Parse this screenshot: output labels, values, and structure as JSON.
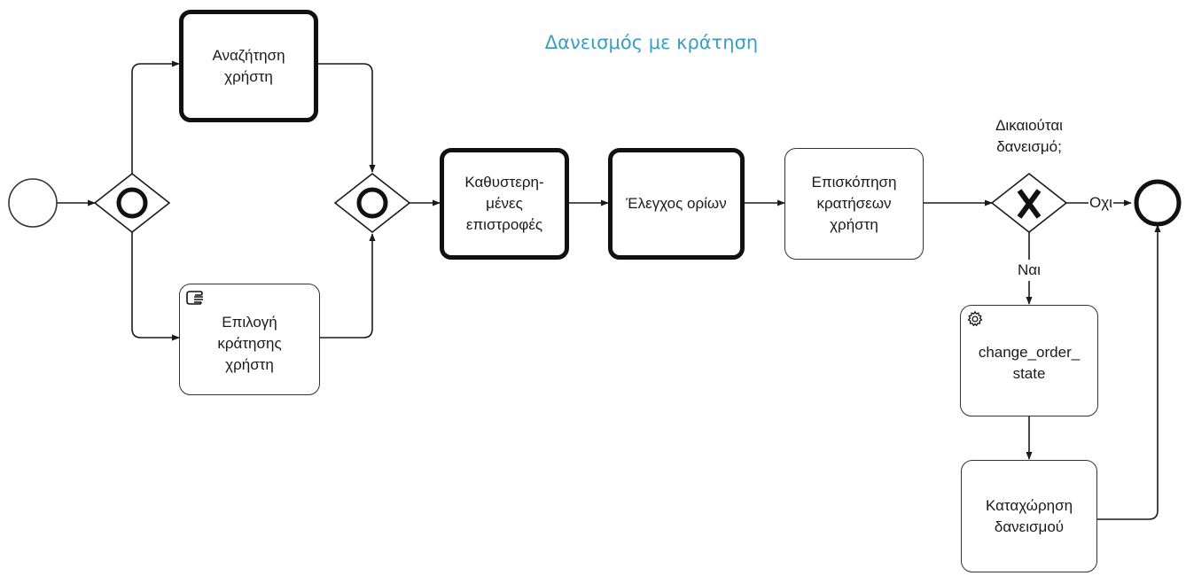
{
  "title": "Δανεισμός με κράτηση",
  "tasks": {
    "search_user": {
      "lines": [
        "Αναζήτηση",
        "χρήστη"
      ]
    },
    "select_reservation": {
      "lines": [
        "Επιλογή",
        "κράτησης",
        "χρήστη"
      ],
      "icon": "manual-task-icon"
    },
    "late_returns": {
      "lines": [
        "Καθυστερη-",
        "μένες",
        "επιστροφές"
      ]
    },
    "limits_check": {
      "lines": [
        "Έλεγχος ορίων"
      ]
    },
    "review_reservations": {
      "lines": [
        "Επισκόπηση",
        "κρατήσεων",
        "χρήστη"
      ]
    },
    "change_order_state": {
      "lines": [
        "change_order_",
        "state"
      ],
      "icon": "service-task-gear-icon"
    },
    "register_loan": {
      "lines": [
        "Καταχώρηση",
        "δανεισμού"
      ]
    }
  },
  "gateway_question": [
    "Δικαιούται",
    "δανεισμό;"
  ],
  "flow_labels": {
    "no": "Οχι",
    "yes": "Ναι"
  },
  "colors": {
    "title": "#3a9fbf",
    "stroke": "#1a1a1a"
  }
}
